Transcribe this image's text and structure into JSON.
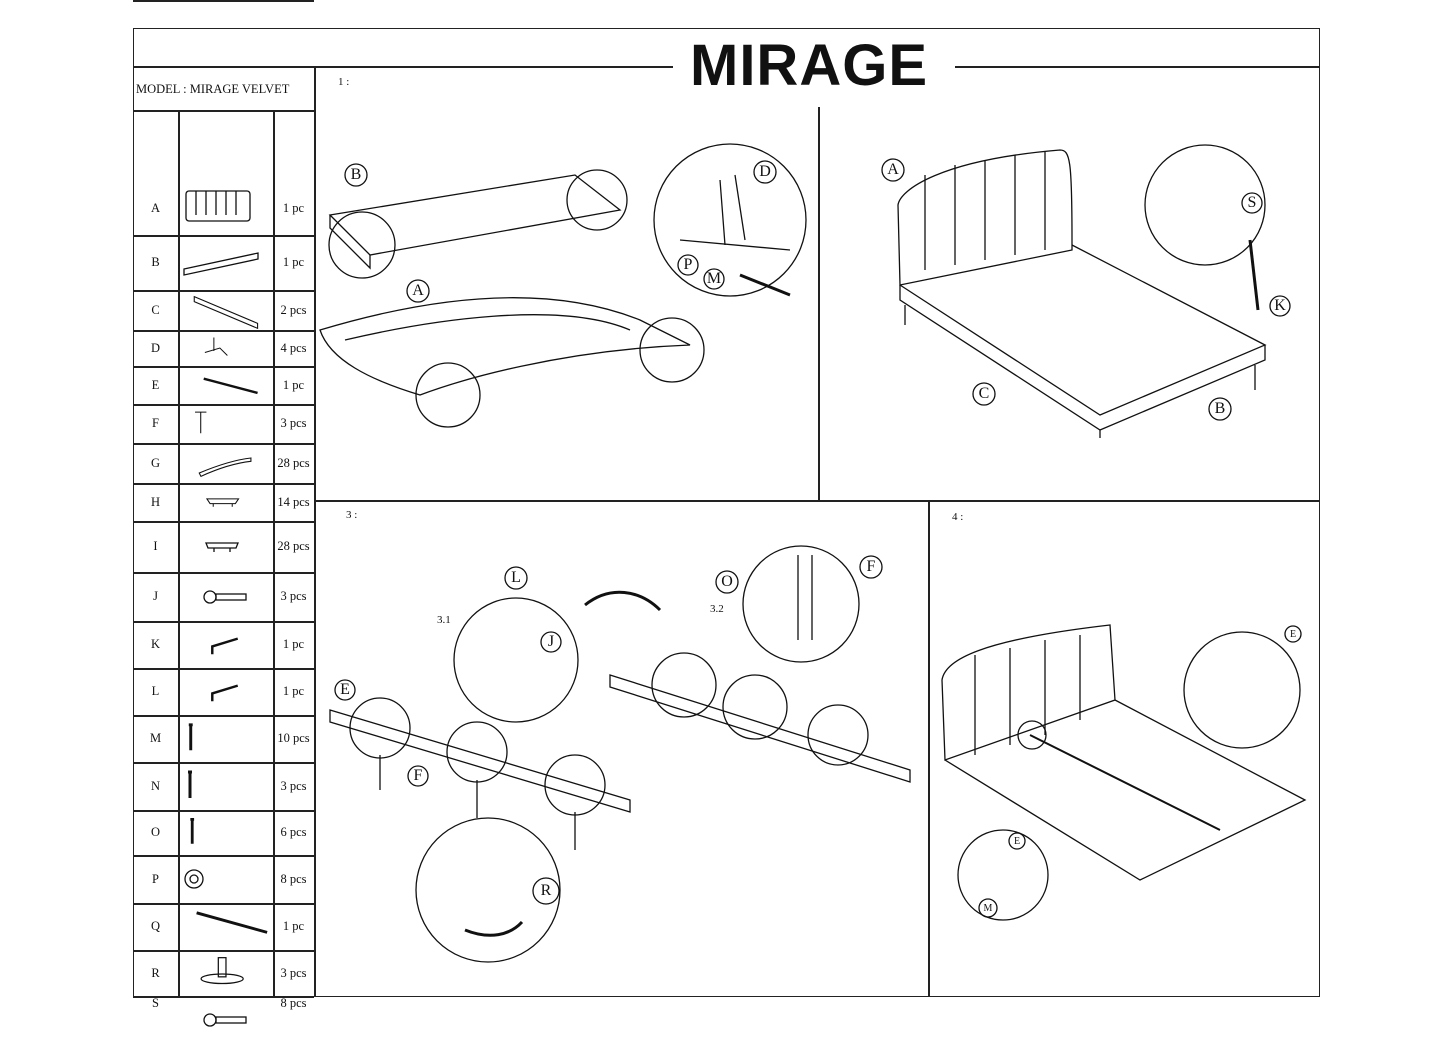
{
  "title": "MIRAGE",
  "model": "MODEL :  MIRAGE VELVET",
  "parts": [
    {
      "id": "A",
      "qty": "1 pc",
      "icon": "headboard-icon"
    },
    {
      "id": "B",
      "qty": "1 pc",
      "icon": "foot-rail-icon"
    },
    {
      "id": "C",
      "qty": "2 pcs",
      "icon": "side-rail-icon"
    },
    {
      "id": "D",
      "qty": "4 pcs",
      "icon": "leg-bracket-icon"
    },
    {
      "id": "E",
      "qty": "1 pc",
      "icon": "center-beam-icon"
    },
    {
      "id": "F",
      "qty": "3 pcs",
      "icon": "support-leg-icon"
    },
    {
      "id": "G",
      "qty": "28 pcs",
      "icon": "slat-icon"
    },
    {
      "id": "H",
      "qty": "14 pcs",
      "icon": "slat-holder-icon"
    },
    {
      "id": "I",
      "qty": "28 pcs",
      "icon": "slat-cap-icon"
    },
    {
      "id": "J",
      "qty": "3 pcs",
      "icon": "bolt-icon"
    },
    {
      "id": "K",
      "qty": "1 pc",
      "icon": "allen-key-icon"
    },
    {
      "id": "L",
      "qty": "1 pc",
      "icon": "allen-key-icon"
    },
    {
      "id": "M",
      "qty": "10 pcs",
      "icon": "screw-icon"
    },
    {
      "id": "N",
      "qty": "3 pcs",
      "icon": "screw-icon"
    },
    {
      "id": "O",
      "qty": "6 pcs",
      "icon": "screw-icon"
    },
    {
      "id": "P",
      "qty": "8 pcs",
      "icon": "washer-icon"
    },
    {
      "id": "Q",
      "qty": "1 pc",
      "icon": "rod-icon"
    },
    {
      "id": "R",
      "qty": "3 pcs",
      "icon": "foot-glide-icon"
    },
    {
      "id": "S",
      "qty": "8 pcs",
      "icon": "bolt-icon"
    }
  ],
  "steps": {
    "s1": "1 :",
    "s3": "3 :",
    "s4": "4 :",
    "s31": "3.1",
    "s32": "3.2"
  },
  "callouts": {
    "p1": [
      "B",
      "D",
      "A",
      "P",
      "M"
    ],
    "p2": [
      "A",
      "S",
      "K",
      "C",
      "B"
    ],
    "p3": [
      "L",
      "J",
      "E",
      "F",
      "R",
      "O",
      "F"
    ],
    "p4": [
      "E",
      "E",
      "M"
    ]
  }
}
